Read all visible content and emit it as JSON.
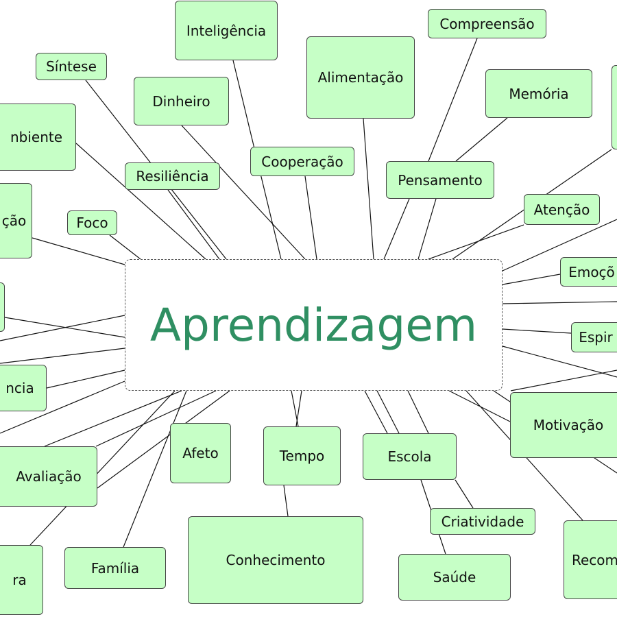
{
  "diagram": {
    "center": "Aprendizagem",
    "nodes": [
      {
        "id": "inteligencia",
        "label": "Inteligência"
      },
      {
        "id": "compreensao",
        "label": "Compreensão"
      },
      {
        "id": "sintese",
        "label": "Síntese"
      },
      {
        "id": "alimentacao",
        "label": "Alimentação"
      },
      {
        "id": "dinheiro",
        "label": "Dinheiro"
      },
      {
        "id": "memoria",
        "label": "Memória"
      },
      {
        "id": "ambiente",
        "label": "nbiente"
      },
      {
        "id": "cooperacao",
        "label": "Cooperação"
      },
      {
        "id": "resiliencia",
        "label": "Resiliência"
      },
      {
        "id": "pensamento",
        "label": "Pensamento"
      },
      {
        "id": "acao",
        "label": "ção"
      },
      {
        "id": "foco",
        "label": "Foco"
      },
      {
        "id": "atencao",
        "label": "Atenção"
      },
      {
        "id": "emocao",
        "label": "Emoçõ"
      },
      {
        "id": "espiritualidade",
        "label": "Espir"
      },
      {
        "id": "ciencia",
        "label": "ncia"
      },
      {
        "id": "motivacao",
        "label": "Motivação"
      },
      {
        "id": "afeto",
        "label": "Afeto"
      },
      {
        "id": "tempo",
        "label": "Tempo"
      },
      {
        "id": "escola",
        "label": "Escola"
      },
      {
        "id": "avaliacao",
        "label": "Avaliação"
      },
      {
        "id": "criatividade",
        "label": "Criatividade"
      },
      {
        "id": "conhecimento",
        "label": "Conhecimento"
      },
      {
        "id": "familia",
        "label": "Família"
      },
      {
        "id": "saude",
        "label": "Saúde"
      },
      {
        "id": "recompensa",
        "label": "Recom"
      },
      {
        "id": "cultura",
        "label": "ra"
      },
      {
        "id": "right-top-box",
        "label": ""
      },
      {
        "id": "left-mid-box",
        "label": ""
      }
    ],
    "colors": {
      "node_fill": "#c6ffc6",
      "center_text": "#2f8f62",
      "line": "#111111"
    }
  }
}
